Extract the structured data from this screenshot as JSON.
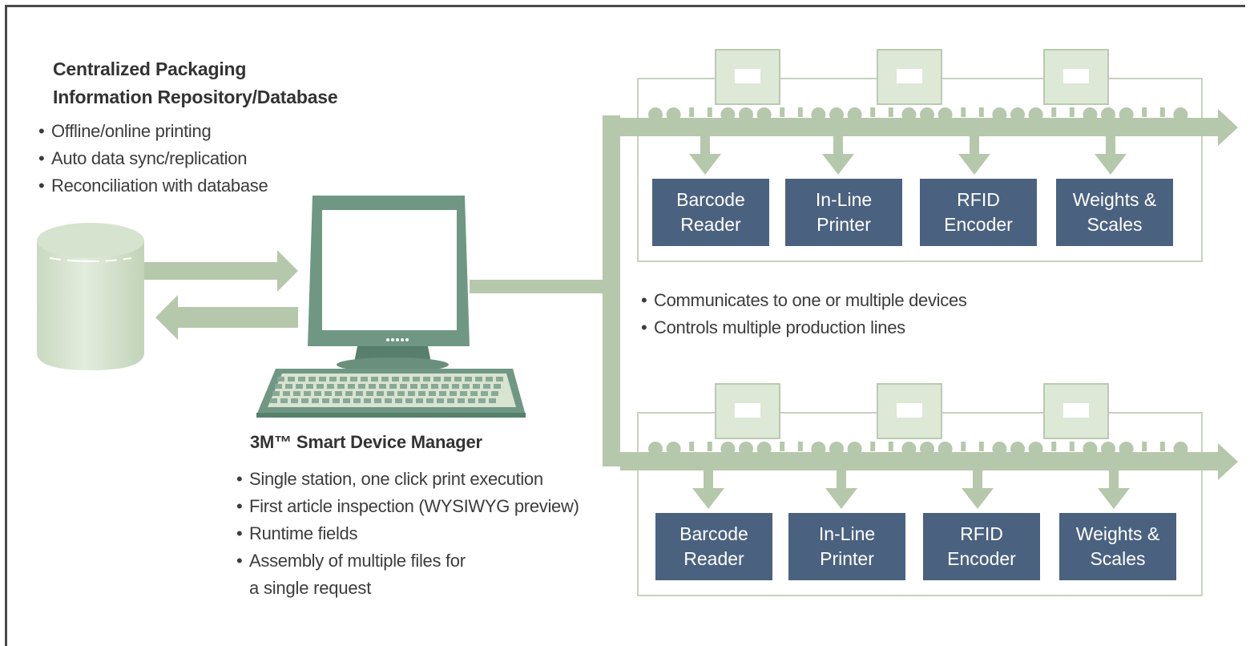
{
  "repository": {
    "title_line1": "Centralized Packaging",
    "title_line2": "Information Repository/Database",
    "bullets": [
      "Offline/online printing",
      "Auto data sync/replication",
      "Reconciliation with database"
    ]
  },
  "manager": {
    "title": "3M™ Smart Device Manager",
    "bullets": [
      "Single station, one click print execution",
      "First article inspection (WYSIWYG preview)",
      "Runtime fields",
      "Assembly of multiple files for"
    ],
    "bullet_continuation": "a single request"
  },
  "network": {
    "bullets": [
      "Communicates to one or multiple devices",
      "Controls multiple production lines"
    ]
  },
  "lines": [
    {
      "devices": [
        {
          "line1": "Barcode",
          "line2": "Reader"
        },
        {
          "line1": "In-Line",
          "line2": "Printer"
        },
        {
          "line1": "RFID",
          "line2": "Encoder"
        },
        {
          "line1": "Weights &",
          "line2": "Scales"
        }
      ]
    },
    {
      "devices": [
        {
          "line1": "Barcode",
          "line2": "Reader"
        },
        {
          "line1": "In-Line",
          "line2": "Printer"
        },
        {
          "line1": "RFID",
          "line2": "Encoder"
        },
        {
          "line1": "Weights &",
          "line2": "Scales"
        }
      ]
    }
  ],
  "colors": {
    "flow": "#b5c8ab",
    "device_box": "#4a6280",
    "computer": "#6f9784",
    "frame": "#4a4a4a"
  }
}
